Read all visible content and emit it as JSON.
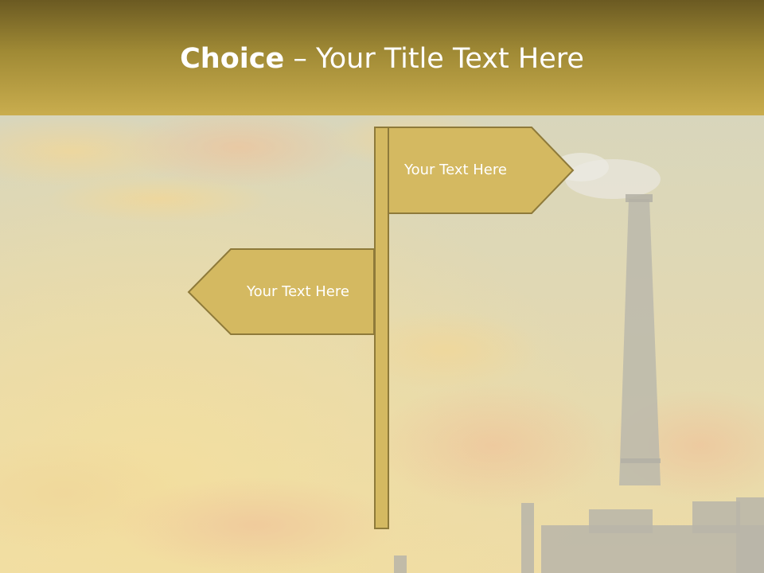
{
  "slide": {
    "title_bold": "Choice",
    "title_rest": " – Your Title Text Here",
    "sign_right_text": "Your Text Here",
    "sign_left_text": "Your Text Here"
  },
  "colors": {
    "title_bar_top": "#6b5a22",
    "title_bar_bottom": "#c9ad4e",
    "sign_fill": "#d4b961",
    "sign_stroke": "#8e7a3a",
    "sky": "#d9d7bd"
  },
  "icons": [
    "factory-chimney-silhouette",
    "signpost"
  ]
}
